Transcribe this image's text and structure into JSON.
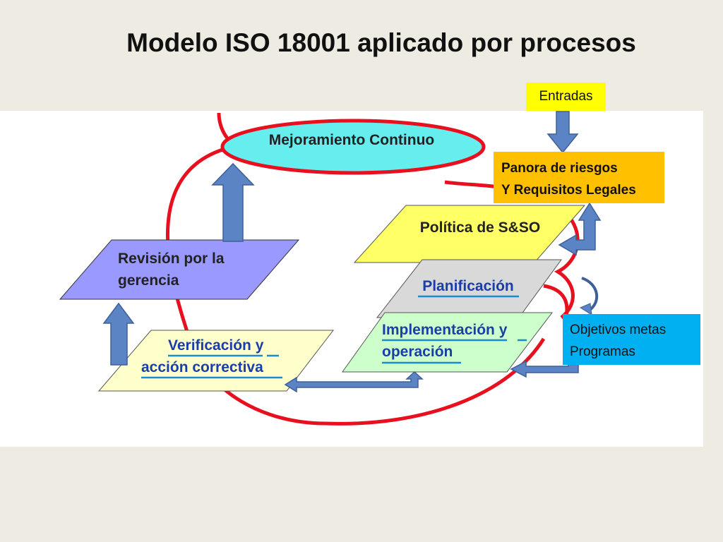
{
  "slide": {
    "title": "Modelo  ISO 18001 aplicado  por procesos"
  },
  "diagram": {
    "mejoramiento": "Mejoramiento  Continuo",
    "revision_line1": "Revisión  por  la",
    "revision_line2": "gerencia",
    "politica": "Política  de  S&SO",
    "planificacion": "Planificación",
    "implementacion_line1": "Implementación  y",
    "implementacion_line2": "operación",
    "verificacion_line1": "Verificación  y",
    "verificacion_line2": "acción  correctiva"
  },
  "inputs": {
    "entradas": "Entradas",
    "riesgos_line1": "Panora de riesgos",
    "riesgos_line2": "Y Requisitos Legales",
    "objetivos_line1": "Objetivos  metas",
    "objetivos_line2": "Programas"
  },
  "colors": {
    "loop_red": "#e8101e",
    "ellipse_fill": "#66eeee",
    "revision_fill": "#9999ff",
    "politica_fill": "#ffff66",
    "planificacion_fill": "#d9d9d9",
    "implementacion_fill": "#ccffcc",
    "verificacion_fill": "#ffffcc",
    "arrow_blue": "#5b84c4",
    "entradas_fill": "#ffff00",
    "riesgos_fill": "#ffc000",
    "objetivos_fill": "#00b0f0"
  }
}
